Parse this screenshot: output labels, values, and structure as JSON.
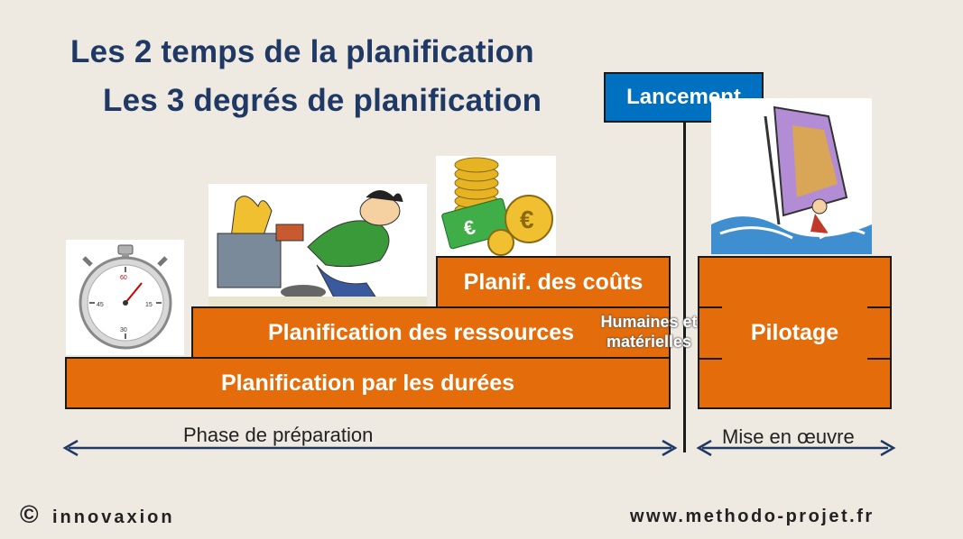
{
  "title_line1": "Les 2 temps de la planification",
  "title_line2": "Les 3 degrés de planification",
  "milestone": "Lancement",
  "bars": {
    "durees": "Planification par les durées",
    "ressources": "Planification des ressources",
    "couts": "Planif. des coûts",
    "pilotage": "Pilotage"
  },
  "ressources_note": "Humaines et matérielles",
  "phases": {
    "preparation": "Phase de préparation",
    "mise_en_oeuvre": "Mise en œuvre"
  },
  "footer": {
    "copyright_symbol": "©",
    "brand": "innovaxion",
    "website": "www.methodo-projet.fr"
  },
  "colors": {
    "bar": "#e46c0a",
    "milestone": "#0070c0",
    "title": "#1f3864",
    "arrow": "#1f3864"
  },
  "icons": [
    "stopwatch-icon",
    "cartoon-character-at-desk-icon",
    "euro-coins-and-banknote-icon",
    "windsurfer-icon"
  ]
}
